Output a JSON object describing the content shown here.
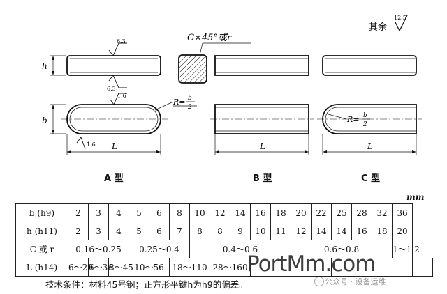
{
  "drawing": {
    "roughness_label": "其余",
    "roughness_value": "12.5",
    "chamfer_note": "C×45°或r",
    "dim_h": "h",
    "dim_b": "b",
    "dim_L": "L",
    "roughness_top": "6.3",
    "roughness_bottom": "6.3",
    "roughness_side": "1.6",
    "roughness_end": "1.6",
    "radius_note": "R=",
    "radius_num": "b",
    "radius_den": "2",
    "type_a": "A 型",
    "type_b": "B 型",
    "type_c": "C 型",
    "unit": "mm"
  },
  "table": {
    "rows": [
      {
        "header": "b (h9)",
        "cells": [
          [
            "2",
            1
          ],
          [
            "3",
            1
          ],
          [
            "4",
            1
          ],
          [
            "5",
            1
          ],
          [
            "6",
            1
          ],
          [
            "8",
            1
          ],
          [
            "10",
            1
          ],
          [
            "12",
            1
          ],
          [
            "14",
            1
          ],
          [
            "16",
            1
          ],
          [
            "18",
            1
          ],
          [
            "20",
            1
          ],
          [
            "22",
            1
          ],
          [
            "25",
            1
          ],
          [
            "28",
            1
          ],
          [
            "32",
            1
          ],
          [
            "36",
            1
          ]
        ]
      },
      {
        "header": "h (h11)",
        "cells": [
          [
            "2",
            1
          ],
          [
            "3",
            1
          ],
          [
            "4",
            1
          ],
          [
            "5",
            1
          ],
          [
            "6",
            1
          ],
          [
            "7",
            1
          ],
          [
            "8",
            1
          ],
          [
            "8",
            1
          ],
          [
            "9",
            1
          ],
          [
            "10",
            1
          ],
          [
            "11",
            1
          ],
          [
            "12",
            1
          ],
          [
            "14",
            1
          ],
          [
            "14",
            1
          ],
          [
            "16",
            1
          ],
          [
            "18",
            1
          ],
          [
            "20",
            1
          ]
        ]
      },
      {
        "header": "C 或 r",
        "cells": [
          [
            "0.16～0.25",
            3
          ],
          [
            "0.25～0.4",
            3
          ],
          [
            "0.4～0.6",
            5
          ],
          [
            "0.6～0.8",
            5
          ],
          [
            "1～1.2",
            1
          ]
        ]
      },
      {
        "header": "L (h14)",
        "cells": [
          [
            "6～20",
            1
          ],
          [
            "6～36",
            1
          ],
          [
            "8～45",
            1
          ],
          [
            "10～56",
            2
          ],
          [
            "18～110",
            2
          ],
          [
            "28～160",
            2
          ],
          [
            "",
            2
          ],
          [
            "",
            2
          ],
          [
            "",
            2
          ],
          [
            "",
            2
          ],
          [
            "",
            1
          ]
        ]
      }
    ]
  },
  "note": "技术条件：材料45号钢；正方形平键h为h9的偏差。",
  "watermark": {
    "large": "PortMm.com",
    "small": "公众号 · 设备运维"
  }
}
